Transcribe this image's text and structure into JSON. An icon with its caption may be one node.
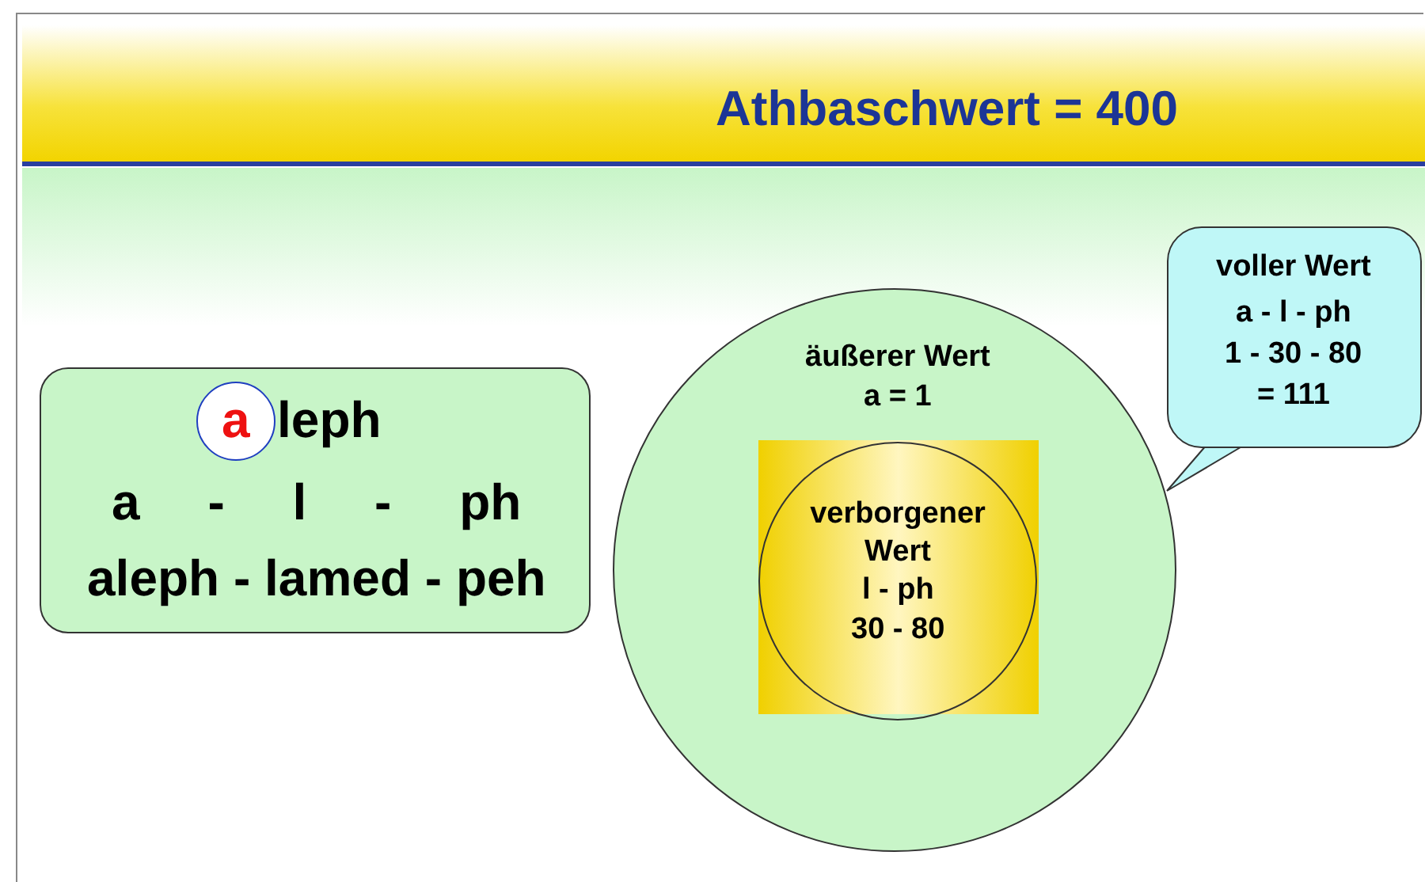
{
  "diagram": {
    "title": "Athbaschwert = 400",
    "nodes": [
      {
        "text": [
          "leph",
          "a - l - ph",
          "aleph - lamed - peh"
        ]
      },
      {
        "text": [
          "a"
        ],
        "in": 0
      },
      {
        "text": [
          "äußerer Wert",
          "a = 1"
        ]
      },
      {
        "text": [],
        "shape": "box",
        "in": 2
      },
      {
        "text": [
          "verborgener Wert",
          "l - ph",
          "30 - 80"
        ],
        "in": 3
      },
      {
        "text": [
          "voller Wert",
          "a - l - ph",
          "1 - 30 - 80",
          "= 111"
        ]
      }
    ],
    "edges": [
      {
        "from": 5,
        "to": 2,
        "arrow": "none"
      }
    ]
  }
}
